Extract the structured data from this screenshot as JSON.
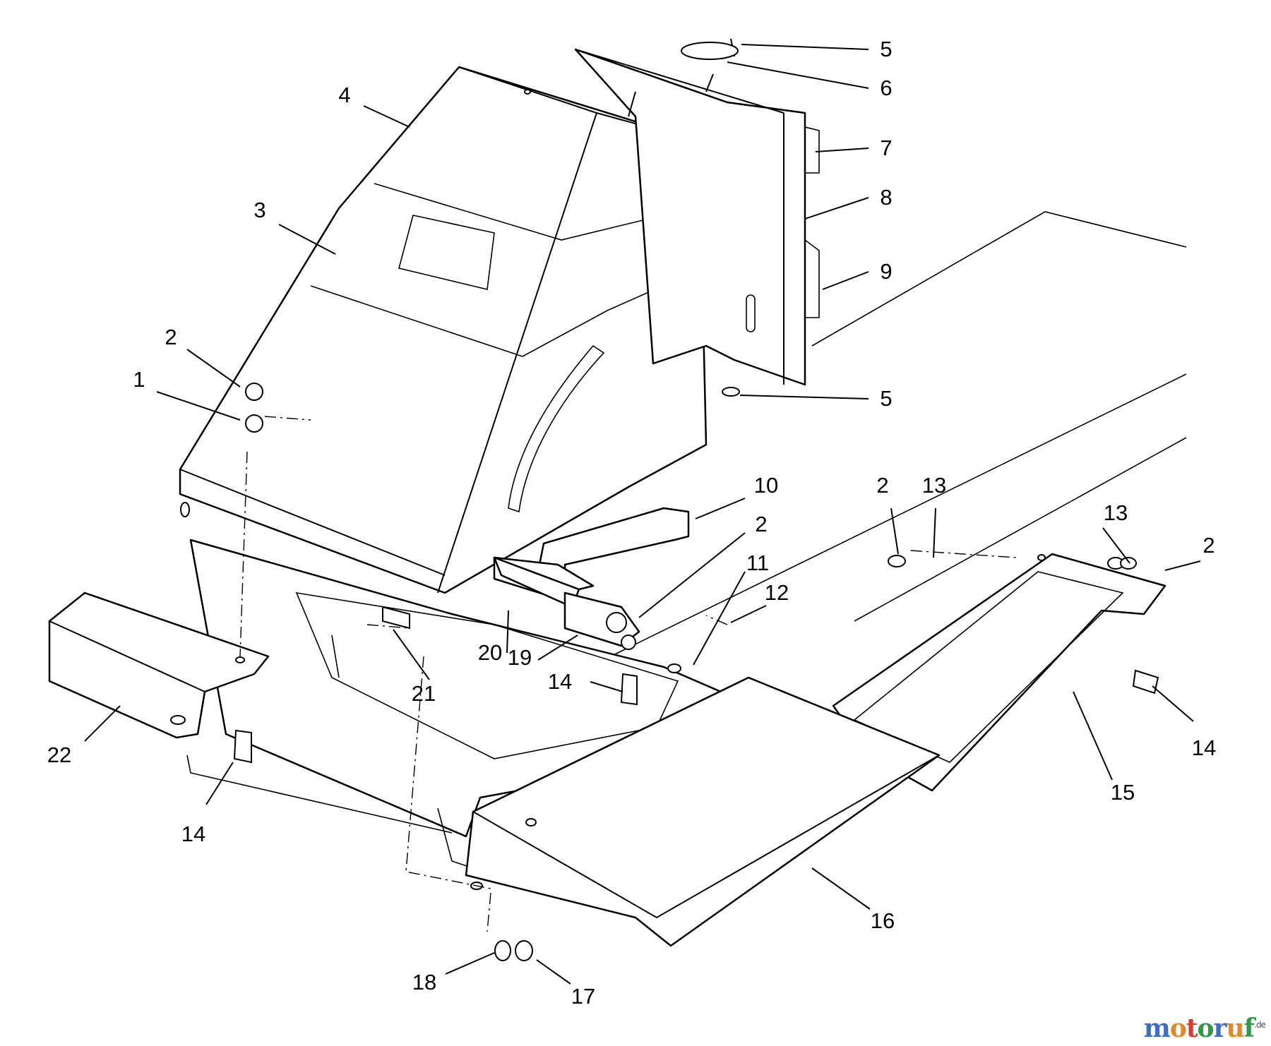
{
  "diagram": {
    "callouts": [
      "5",
      "6",
      "7",
      "8",
      "9",
      "5",
      "4",
      "3",
      "2",
      "1",
      "10",
      "2",
      "11",
      "12",
      "20",
      "19",
      "21",
      "14",
      "22",
      "14",
      "2",
      "13",
      "13",
      "2",
      "14",
      "15",
      "16",
      "18",
      "17"
    ]
  },
  "watermark": {
    "letters": [
      "m",
      "o",
      "t",
      "o",
      "r",
      "u",
      "f"
    ],
    "colors": [
      "#3a6fc4",
      "#e0892a",
      "#d83a2e",
      "#2e9a45",
      "#3a6fc4",
      "#e0892a",
      "#2e9a45"
    ],
    "suffix": ".de"
  }
}
